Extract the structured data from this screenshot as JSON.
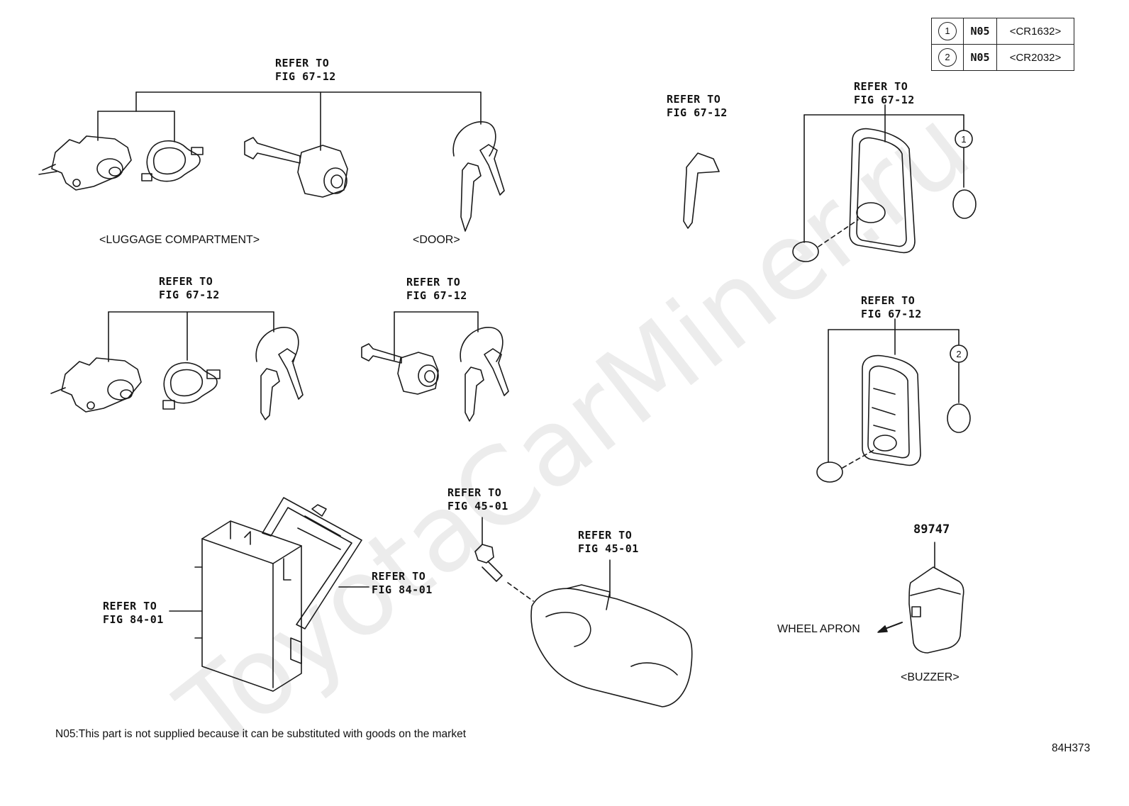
{
  "watermark": "ToyotaCarMiner.ru",
  "legend": {
    "rows": [
      {
        "num": "1",
        "code": "N05",
        "battery": "<CR1632>"
      },
      {
        "num": "2",
        "code": "N05",
        "battery": "<CR2032>"
      }
    ]
  },
  "refs": {
    "r1": "REFER TO\nFIG 67-12",
    "r2": "REFER TO\nFIG 67-12",
    "r3": "REFER TO\nFIG 67-12",
    "r4": "REFER TO\nFIG 67-12",
    "r5": "REFER TO\nFIG 67-12",
    "r6": "REFER TO\nFIG 67-12",
    "r7": "REFER TO\nFIG 45-01",
    "r8": "REFER TO\nFIG 45-01",
    "r9": "REFER TO\nFIG 84-01",
    "r10": "REFER TO\nFIG 84-01"
  },
  "captions": {
    "luggage": "<LUGGAGE COMPARTMENT>",
    "door": "<DOOR>",
    "buzzer": "<BUZZER>",
    "wheel_apron": "WHEEL APRON"
  },
  "callouts": {
    "c1": "1",
    "c2": "2"
  },
  "part_number": "89747",
  "note": "N05:This part is not supplied because it can be substituted with goods on the market",
  "figure_id": "84H373"
}
